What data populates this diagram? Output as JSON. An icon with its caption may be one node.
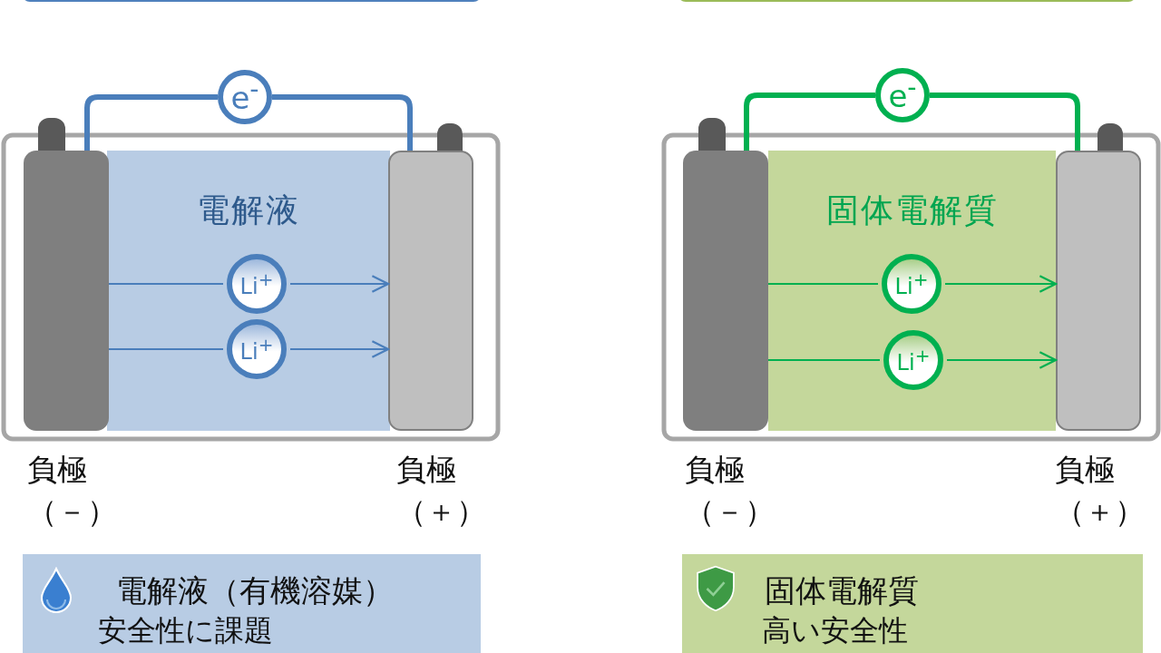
{
  "diagram": {
    "nodes": [
      {
        "text": [
          "電解液"
        ]
      },
      {
        "text": [
          "Li$^{+}$"
        ],
        "in": 0
      },
      {
        "text": [
          "Li$^{+}$"
        ],
        "in": 0
      },
      {
        "text": [
          "e$^{-}$"
        ]
      },
      {
        "text": [],
        "shape": "box",
        "beside": [
          "負極",
          "（－）"
        ]
      },
      {
        "text": [],
        "shape": "box",
        "beside": [
          "負極",
          "（＋）"
        ]
      },
      {
        "text": [
          "電解液（有機溶媒）",
          "安全性に課題"
        ]
      },
      {
        "text": [
          "固体電解質"
        ]
      },
      {
        "text": [
          "Li$^{+}$"
        ],
        "in": 7
      },
      {
        "text": [
          "Li$^{+}$"
        ],
        "in": 7
      },
      {
        "text": [
          "e$^{-}$"
        ]
      },
      {
        "text": [],
        "shape": "box",
        "beside": [
          "負極",
          "（－）"
        ]
      },
      {
        "text": [],
        "shape": "box",
        "beside": [
          "負極",
          "（＋）"
        ]
      },
      {
        "text": [
          "固体電解質",
          "高い安全性"
        ]
      }
    ],
    "edges": [
      {
        "from": 4,
        "to": 3,
        "arrow": "none",
        "style": "thick",
        "color": "#4a7ebb"
      },
      {
        "from": 3,
        "to": 5,
        "arrow": "none",
        "style": "thick",
        "color": "#4a7ebb"
      },
      {
        "from": 4,
        "to": 1,
        "arrow": "none",
        "color": "#4a7ebb"
      },
      {
        "from": 1,
        "to": 5,
        "arrow": "to",
        "color": "#4a7ebb"
      },
      {
        "from": 4,
        "to": 2,
        "arrow": "none",
        "color": "#4a7ebb"
      },
      {
        "from": 2,
        "to": 5,
        "arrow": "to",
        "color": "#4a7ebb"
      },
      {
        "from": 11,
        "to": 10,
        "arrow": "none",
        "style": "thick",
        "color": "#00b050"
      },
      {
        "from": 10,
        "to": 12,
        "arrow": "none",
        "style": "thick",
        "color": "#00b050"
      },
      {
        "from": 11,
        "to": 8,
        "arrow": "none",
        "color": "#00b050"
      },
      {
        "from": 8,
        "to": 12,
        "arrow": "to",
        "color": "#00b050"
      },
      {
        "from": 11,
        "to": 9,
        "arrow": "none",
        "color": "#00b050"
      },
      {
        "from": 9,
        "to": 12,
        "arrow": "to",
        "color": "#00b050"
      }
    ]
  }
}
